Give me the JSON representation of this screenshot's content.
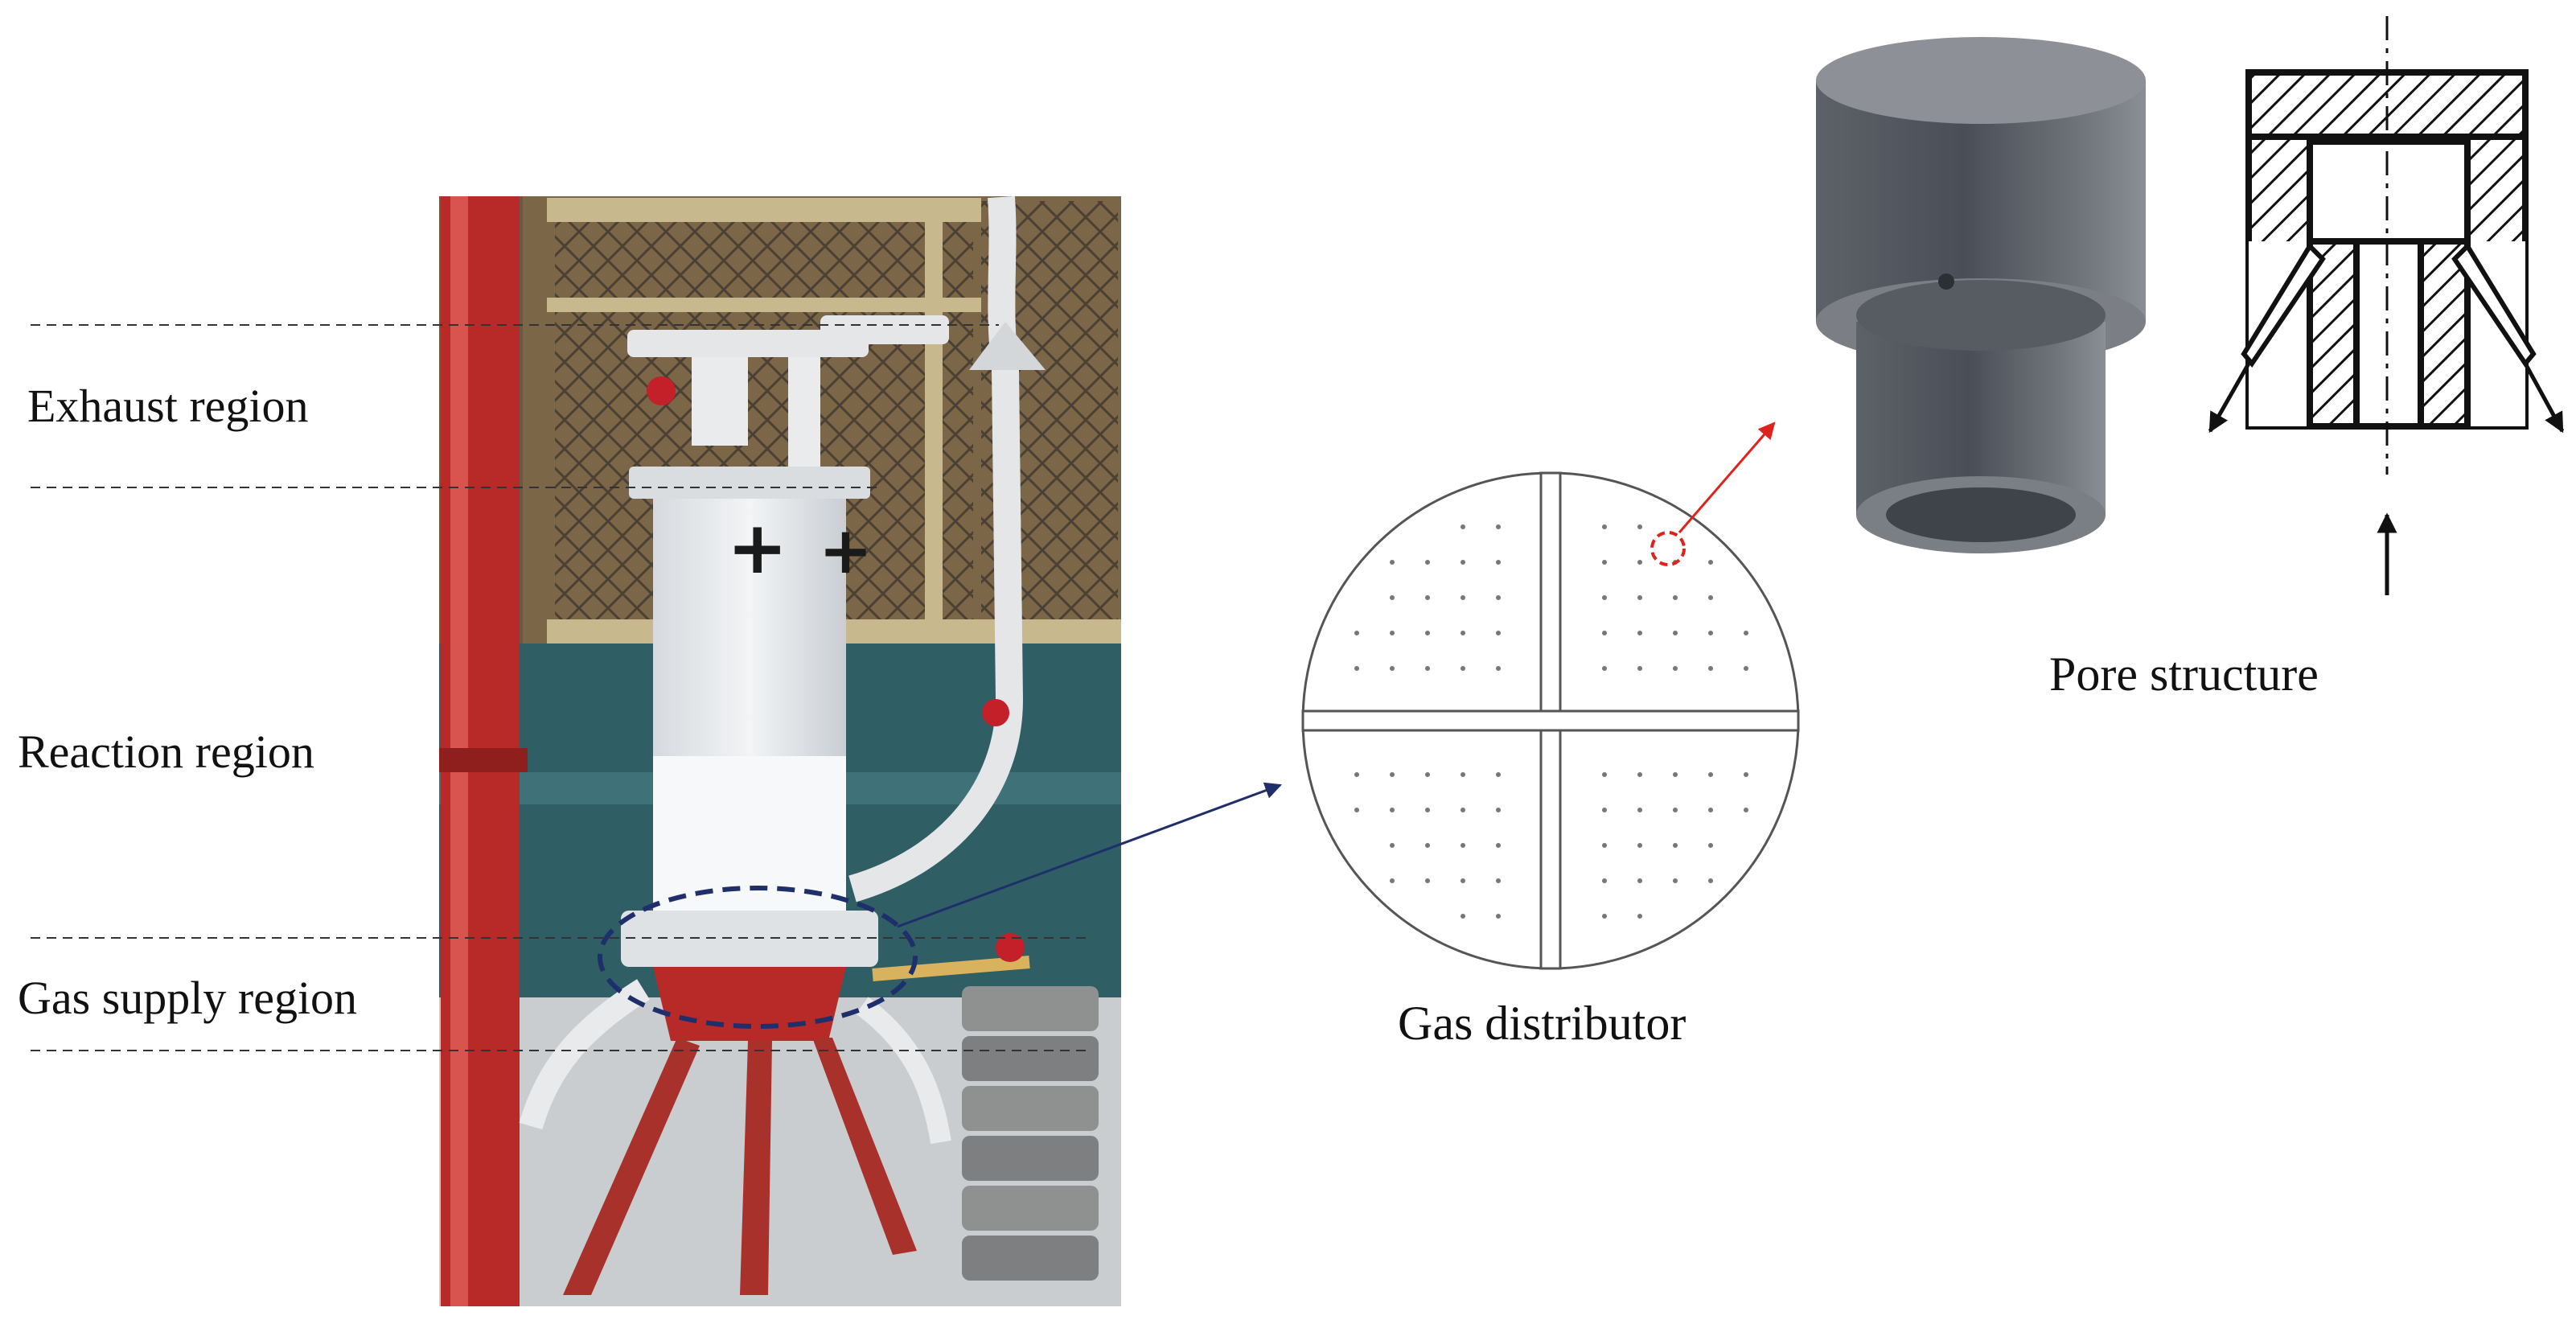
{
  "labels": {
    "exhaust_region": "Exhaust region",
    "reaction_region": "Reaction region",
    "gas_supply_region": "Gas supply region",
    "gas_distributor": "Gas distributor",
    "pore_structure": "Pore structure"
  },
  "photo": {
    "column_marks": [
      "+",
      "+"
    ]
  },
  "colors": {
    "red_pipe": "#b72a28",
    "reactor_glass": "#e9edf1",
    "steel_gray": "#555b63",
    "leader_blue": "#1f2f6b",
    "highlight_red": "#e0221c",
    "line_gray": "#555555"
  }
}
